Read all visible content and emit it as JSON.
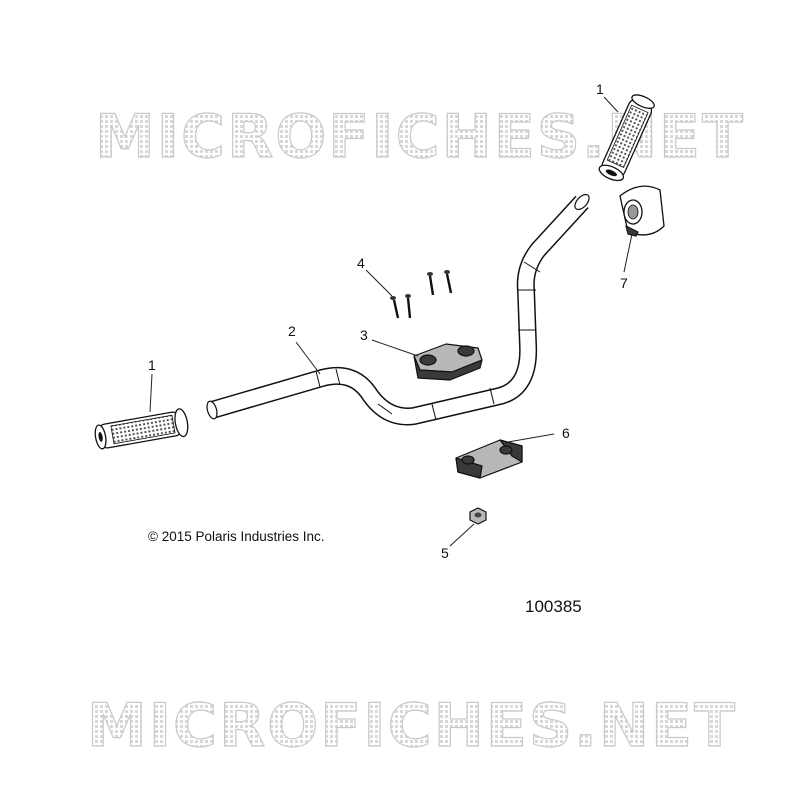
{
  "watermark": {
    "top_text": "MICROFICHES.NET",
    "bottom_text": "MICROFICHES.NET"
  },
  "copyright": "© 2015 Polaris Industries Inc.",
  "document_number": "100385",
  "callouts": {
    "left_grip": "1",
    "right_grip": "1",
    "handlebar": "2",
    "upper_clamp": "3",
    "screws": "4",
    "nut": "5",
    "lower_clamp": "6",
    "end_pad": "7"
  }
}
